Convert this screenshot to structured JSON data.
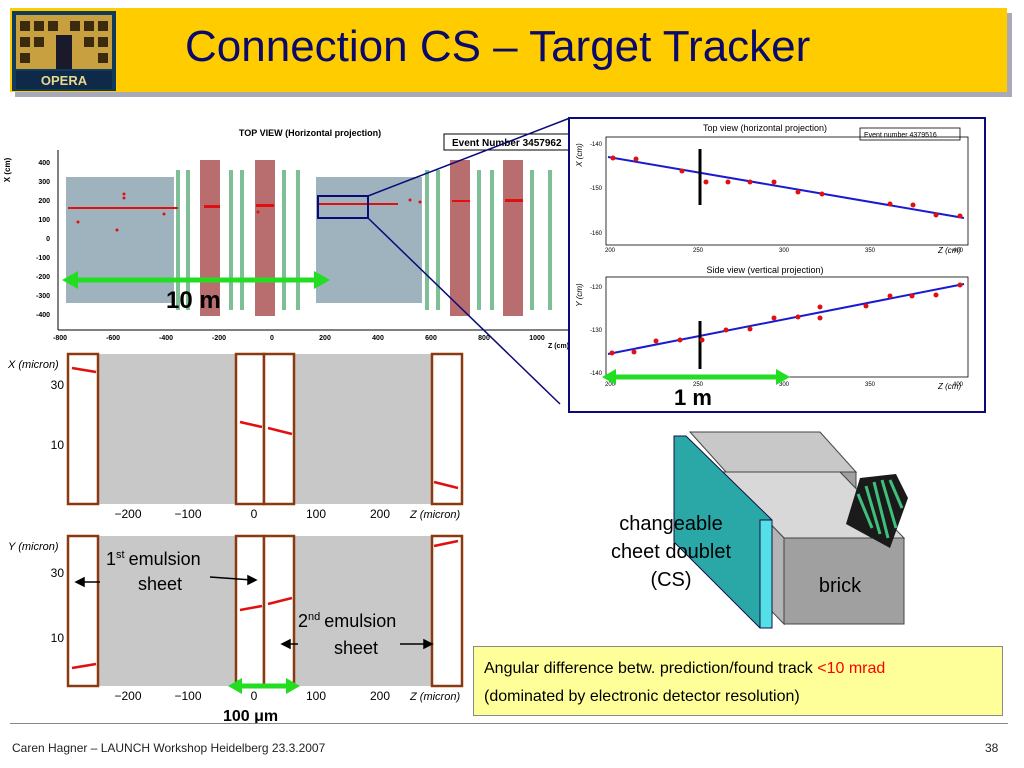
{
  "header": {
    "title": "Connection CS – Target Tracker",
    "logo_text": "OPERA"
  },
  "top_view": {
    "title": "TOP VIEW (Horizontal projection)",
    "event_label": "Event Number 3457962",
    "y_axis_label": "X (cm)",
    "x_axis_label": "Z (cm)",
    "y_ticks": [
      "400",
      "300",
      "200",
      "100",
      "0",
      "-100",
      "-200",
      "-300",
      "-400"
    ],
    "x_ticks": [
      "-800",
      "-600",
      "-400",
      "-200",
      "0",
      "200",
      "400",
      "600",
      "800",
      "1000"
    ],
    "scale_label": "10 m"
  },
  "inset": {
    "top_title": "Top view (horizontal projection)",
    "event_label": "Event number 4379516",
    "top_y_label": "X (cm)",
    "top_y_ticks": [
      "-140",
      "-150",
      "-160"
    ],
    "top_x_ticks": [
      "200",
      "250",
      "300",
      "350",
      "400"
    ],
    "top_x_label": "Z (cm)",
    "side_title": "Side view (vertical projection)",
    "side_y_label": "Y (cm)",
    "side_y_ticks": [
      "-120",
      "-130",
      "-140"
    ],
    "side_x_ticks": [
      "200",
      "250",
      "300",
      "350",
      "400"
    ],
    "side_x_label": "Z (cm)",
    "scale_label": "1 m"
  },
  "emulsion_x": {
    "y_label": "X (micron)",
    "y_ticks": [
      "30",
      "10"
    ],
    "x_ticks": [
      "−200",
      "−100",
      "0",
      "100",
      "200"
    ],
    "x_label": "Z (micron)"
  },
  "emulsion_y": {
    "y_label": "Y (micron)",
    "y_ticks": [
      "30",
      "10"
    ],
    "x_ticks": [
      "−200",
      "−100",
      "0",
      "100",
      "200"
    ],
    "x_label": "Z (micron)",
    "first_sheet_sup": "st",
    "first_sheet_num": "1",
    "first_sheet_text": "emulsion",
    "first_sheet_text2": "sheet",
    "second_sheet_sup": "nd",
    "second_sheet_num": "2",
    "second_sheet_text": "emulsion",
    "second_sheet_text2": "sheet",
    "scale_label": "100 μm"
  },
  "brick_diagram": {
    "cs_label_1": "changeable",
    "cs_label_2": "cheet doublet",
    "cs_label_3": "(CS)",
    "brick_label": "brick"
  },
  "info_box": {
    "line1_text": "Angular difference betw. prediction/found track ",
    "line1_highlight": "<10 mrad",
    "line2_text": "(dominated by electronic detector resolution)"
  },
  "footer": {
    "author": "Caren Hagner – LAUNCH Workshop Heidelberg 23.3.2007",
    "page": "38"
  },
  "colors": {
    "header_bg": "#ffcc00",
    "title_color": "#0a0a6a",
    "highlight_red": "#ff0000",
    "scale_green": "#22dd22",
    "emulsion_border": "#8b3a0f"
  }
}
